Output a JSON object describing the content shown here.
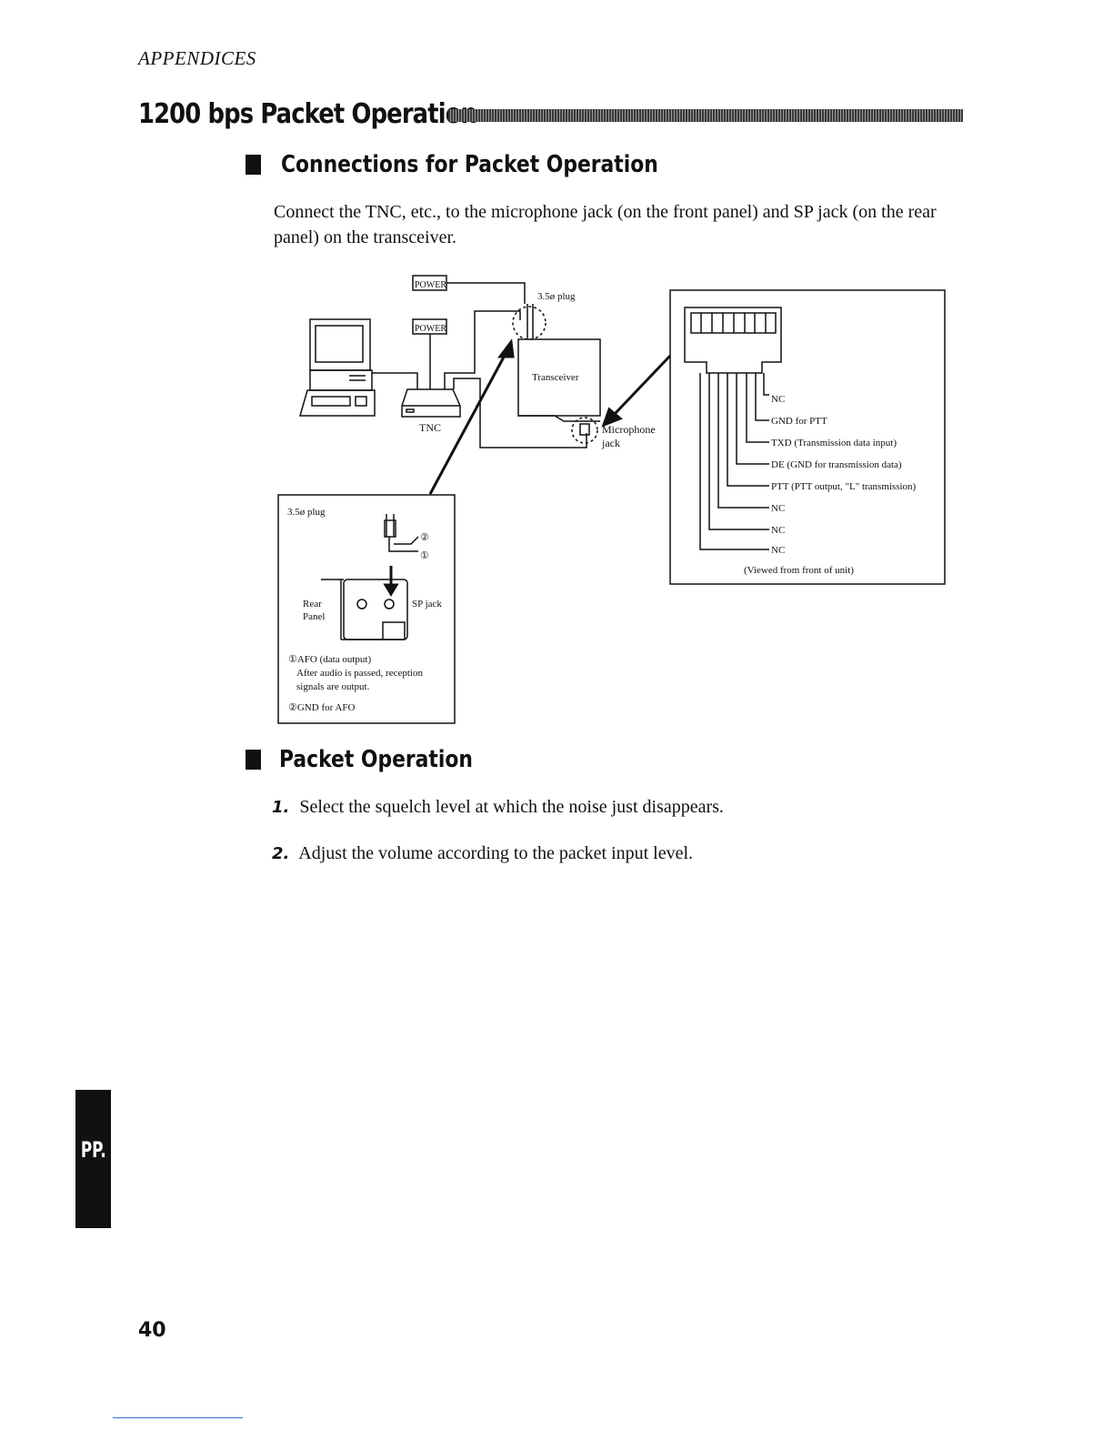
{
  "header": {
    "running_head": "APPENDICES"
  },
  "page_title": "1200 bps Packet Operation",
  "sections": {
    "connections": {
      "heading": "Connections for Packet Operation",
      "intro": "Connect the TNC, etc., to the microphone jack (on the front panel) and SP jack (on the rear panel) on the transceiver."
    },
    "operation": {
      "heading": "Packet Operation",
      "steps": [
        {
          "num": "1.",
          "text": "Select the squelch level at which the noise just disappears."
        },
        {
          "num": "2.",
          "text": "Adjust the volume according to the packet input level."
        }
      ]
    }
  },
  "diagram": {
    "power_label_1": "POWER",
    "power_label_2": "POWER",
    "plug_top": "3.5ø plug",
    "tnc": "TNC",
    "transceiver": "Transceiver",
    "mic_jack_1": "Microphone",
    "mic_jack_2": "jack",
    "pins": [
      "NC",
      "GND for PTT",
      "TXD (Transmission data input)",
      "DE (GND for transmission data)",
      "PTT (PTT output, \"L\" transmission)",
      "NC",
      "NC",
      "NC"
    ],
    "viewed_note": "(Viewed from front of unit)",
    "inset": {
      "plug": "3.5ø plug",
      "circle_2": "②",
      "circle_1": "①",
      "rear_1": "Rear",
      "rear_2": "Panel",
      "sp_jack": "SP jack",
      "afo": "①AFO (data output)",
      "afo_desc_1": "After audio is passed, reception",
      "afo_desc_2": "signals are output.",
      "gnd": "②GND for AFO"
    }
  },
  "side_tab": {
    "label": "PP."
  },
  "footer": {
    "page_number": "40"
  }
}
